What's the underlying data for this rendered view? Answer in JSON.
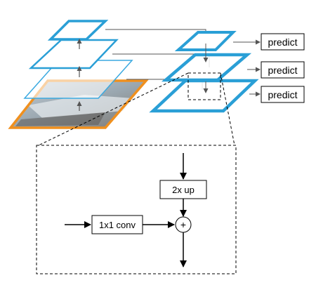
{
  "labels": {
    "predict_top": "predict",
    "predict_mid": "predict",
    "predict_bottom": "predict",
    "upsample": "2x up",
    "lateral_conv": "1x1 conv",
    "sum_symbol": "+"
  },
  "colors": {
    "pyramid_blue": "#2a9fd6",
    "thin_layer_blue": "#3aa9e0",
    "image_orange": "#f0901e",
    "arrow_gray": "#555555",
    "ink": "#000000"
  }
}
